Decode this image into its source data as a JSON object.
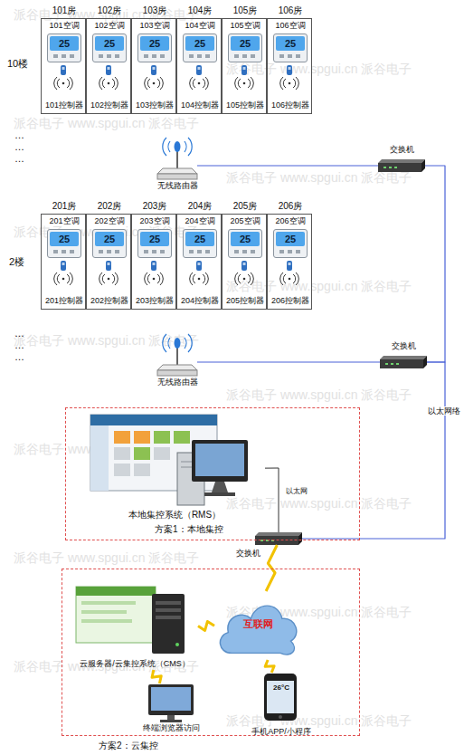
{
  "diagram": {
    "nodes": [
      {
        "text": [
          "101房",
          "101空调",
          "101控制器"
        ]
      },
      {
        "text": [
          "102房",
          "102空调",
          "102控制器"
        ]
      },
      {
        "text": [
          "103房",
          "103空调",
          "103控制器"
        ]
      },
      {
        "text": [
          "104房",
          "104空调",
          "104控制器"
        ]
      },
      {
        "text": [
          "105房",
          "105空调",
          "105控制器"
        ]
      },
      {
        "text": [
          "106房",
          "106空调",
          "106控制器"
        ]
      },
      {
        "text": [
          "25"
        ],
        "in": 0
      },
      {
        "text": [
          "25"
        ],
        "in": 1
      },
      {
        "text": [
          "25"
        ],
        "in": 2
      },
      {
        "text": [
          "25"
        ],
        "in": 3
      },
      {
        "text": [
          "25"
        ],
        "in": 4
      },
      {
        "text": [
          "25"
        ],
        "in": 5
      },
      {
        "text": [
          "无线路由器"
        ]
      },
      {
        "text": [
          "交换机"
        ]
      },
      {
        "text": [
          "201房",
          "201空调",
          "201控制器"
        ]
      },
      {
        "text": [
          "202房",
          "202空调",
          "202控制器"
        ]
      },
      {
        "text": [
          "203房",
          "203空调",
          "203控制器"
        ]
      },
      {
        "text": [
          "204房",
          "204空调",
          "204控制器"
        ]
      },
      {
        "text": [
          "205房",
          "205空调",
          "205控制器"
        ]
      },
      {
        "text": [
          "206房",
          "206空调",
          "206控制器"
        ]
      },
      {
        "text": [
          "25"
        ],
        "in": 14
      },
      {
        "text": [
          "25"
        ],
        "in": 15
      },
      {
        "text": [
          "25"
        ],
        "in": 16
      },
      {
        "text": [
          "25"
        ],
        "in": 17
      },
      {
        "text": [
          "25"
        ],
        "in": 18
      },
      {
        "text": [
          "25"
        ],
        "in": 19
      },
      {
        "text": [
          "无线路由器"
        ]
      },
      {
        "text": [
          "交换机"
        ]
      },
      {
        "text": [
          "方案1：本地集控"
        ]
      },
      {
        "text": [
          "本地集控系统（RMS）"
        ],
        "in": 28
      },
      {
        "text": [
          "交换机"
        ]
      },
      {
        "text": [
          "方案2：云集控"
        ]
      },
      {
        "text": [
          "云服务器/云集控系统（CMS）"
        ],
        "in": 31
      },
      {
        "text": [
          "互联网"
        ],
        "in": 31
      },
      {
        "text": [
          "终端浏览器访问"
        ],
        "in": 31
      },
      {
        "text": [
          "26°C",
          "手机APP/小程序"
        ],
        "in": 31
      }
    ],
    "edges": [
      {
        "from": 12,
        "to": 13,
        "arrow": "none"
      },
      {
        "from": 26,
        "to": 27,
        "arrow": "none"
      },
      {
        "from": 13,
        "to": 27,
        "arrow": "none"
      },
      {
        "from": 27,
        "to": 30,
        "label": "以太网络",
        "arrow": "none"
      },
      {
        "from": 29,
        "to": 30,
        "label": "以太网",
        "arrow": "none"
      },
      {
        "from": 30,
        "to": 33,
        "arrow": "none"
      },
      {
        "from": 32,
        "to": 33,
        "arrow": "none"
      },
      {
        "from": 32,
        "to": 34,
        "arrow": "none"
      },
      {
        "from": 33,
        "to": 35,
        "arrow": "none"
      }
    ],
    "labels": [
      "10楼",
      "…",
      "…",
      "…",
      "2楼",
      "…",
      "…",
      "…",
      "派谷电子 www.spgui.cn 派谷电子",
      "派谷电子 www.spgui.cn 派谷电子",
      "派谷电子 www.spgui.cn 派谷电子",
      "派谷电子 www.spgui.cn 派谷电子",
      "派谷电子 www.spgui.cn 派谷电子",
      "派谷电子 www.spgui.cn 派谷电子",
      "派谷电子 www.spgui.cn 派谷电子",
      "派谷电子 www.spgui.cn 派谷电子",
      "派谷电子 www.spgui.cn 派谷电子",
      "派谷电子 www.spgui.cn 派谷电子",
      "派谷电子 www.spgui.cn 派谷电子",
      "派谷电子 www.spgui.cn 派谷电子",
      "派谷电子 www.spgui.cn 派谷电子",
      "派谷电子 www.spgui.cn 派谷电子"
    ]
  }
}
